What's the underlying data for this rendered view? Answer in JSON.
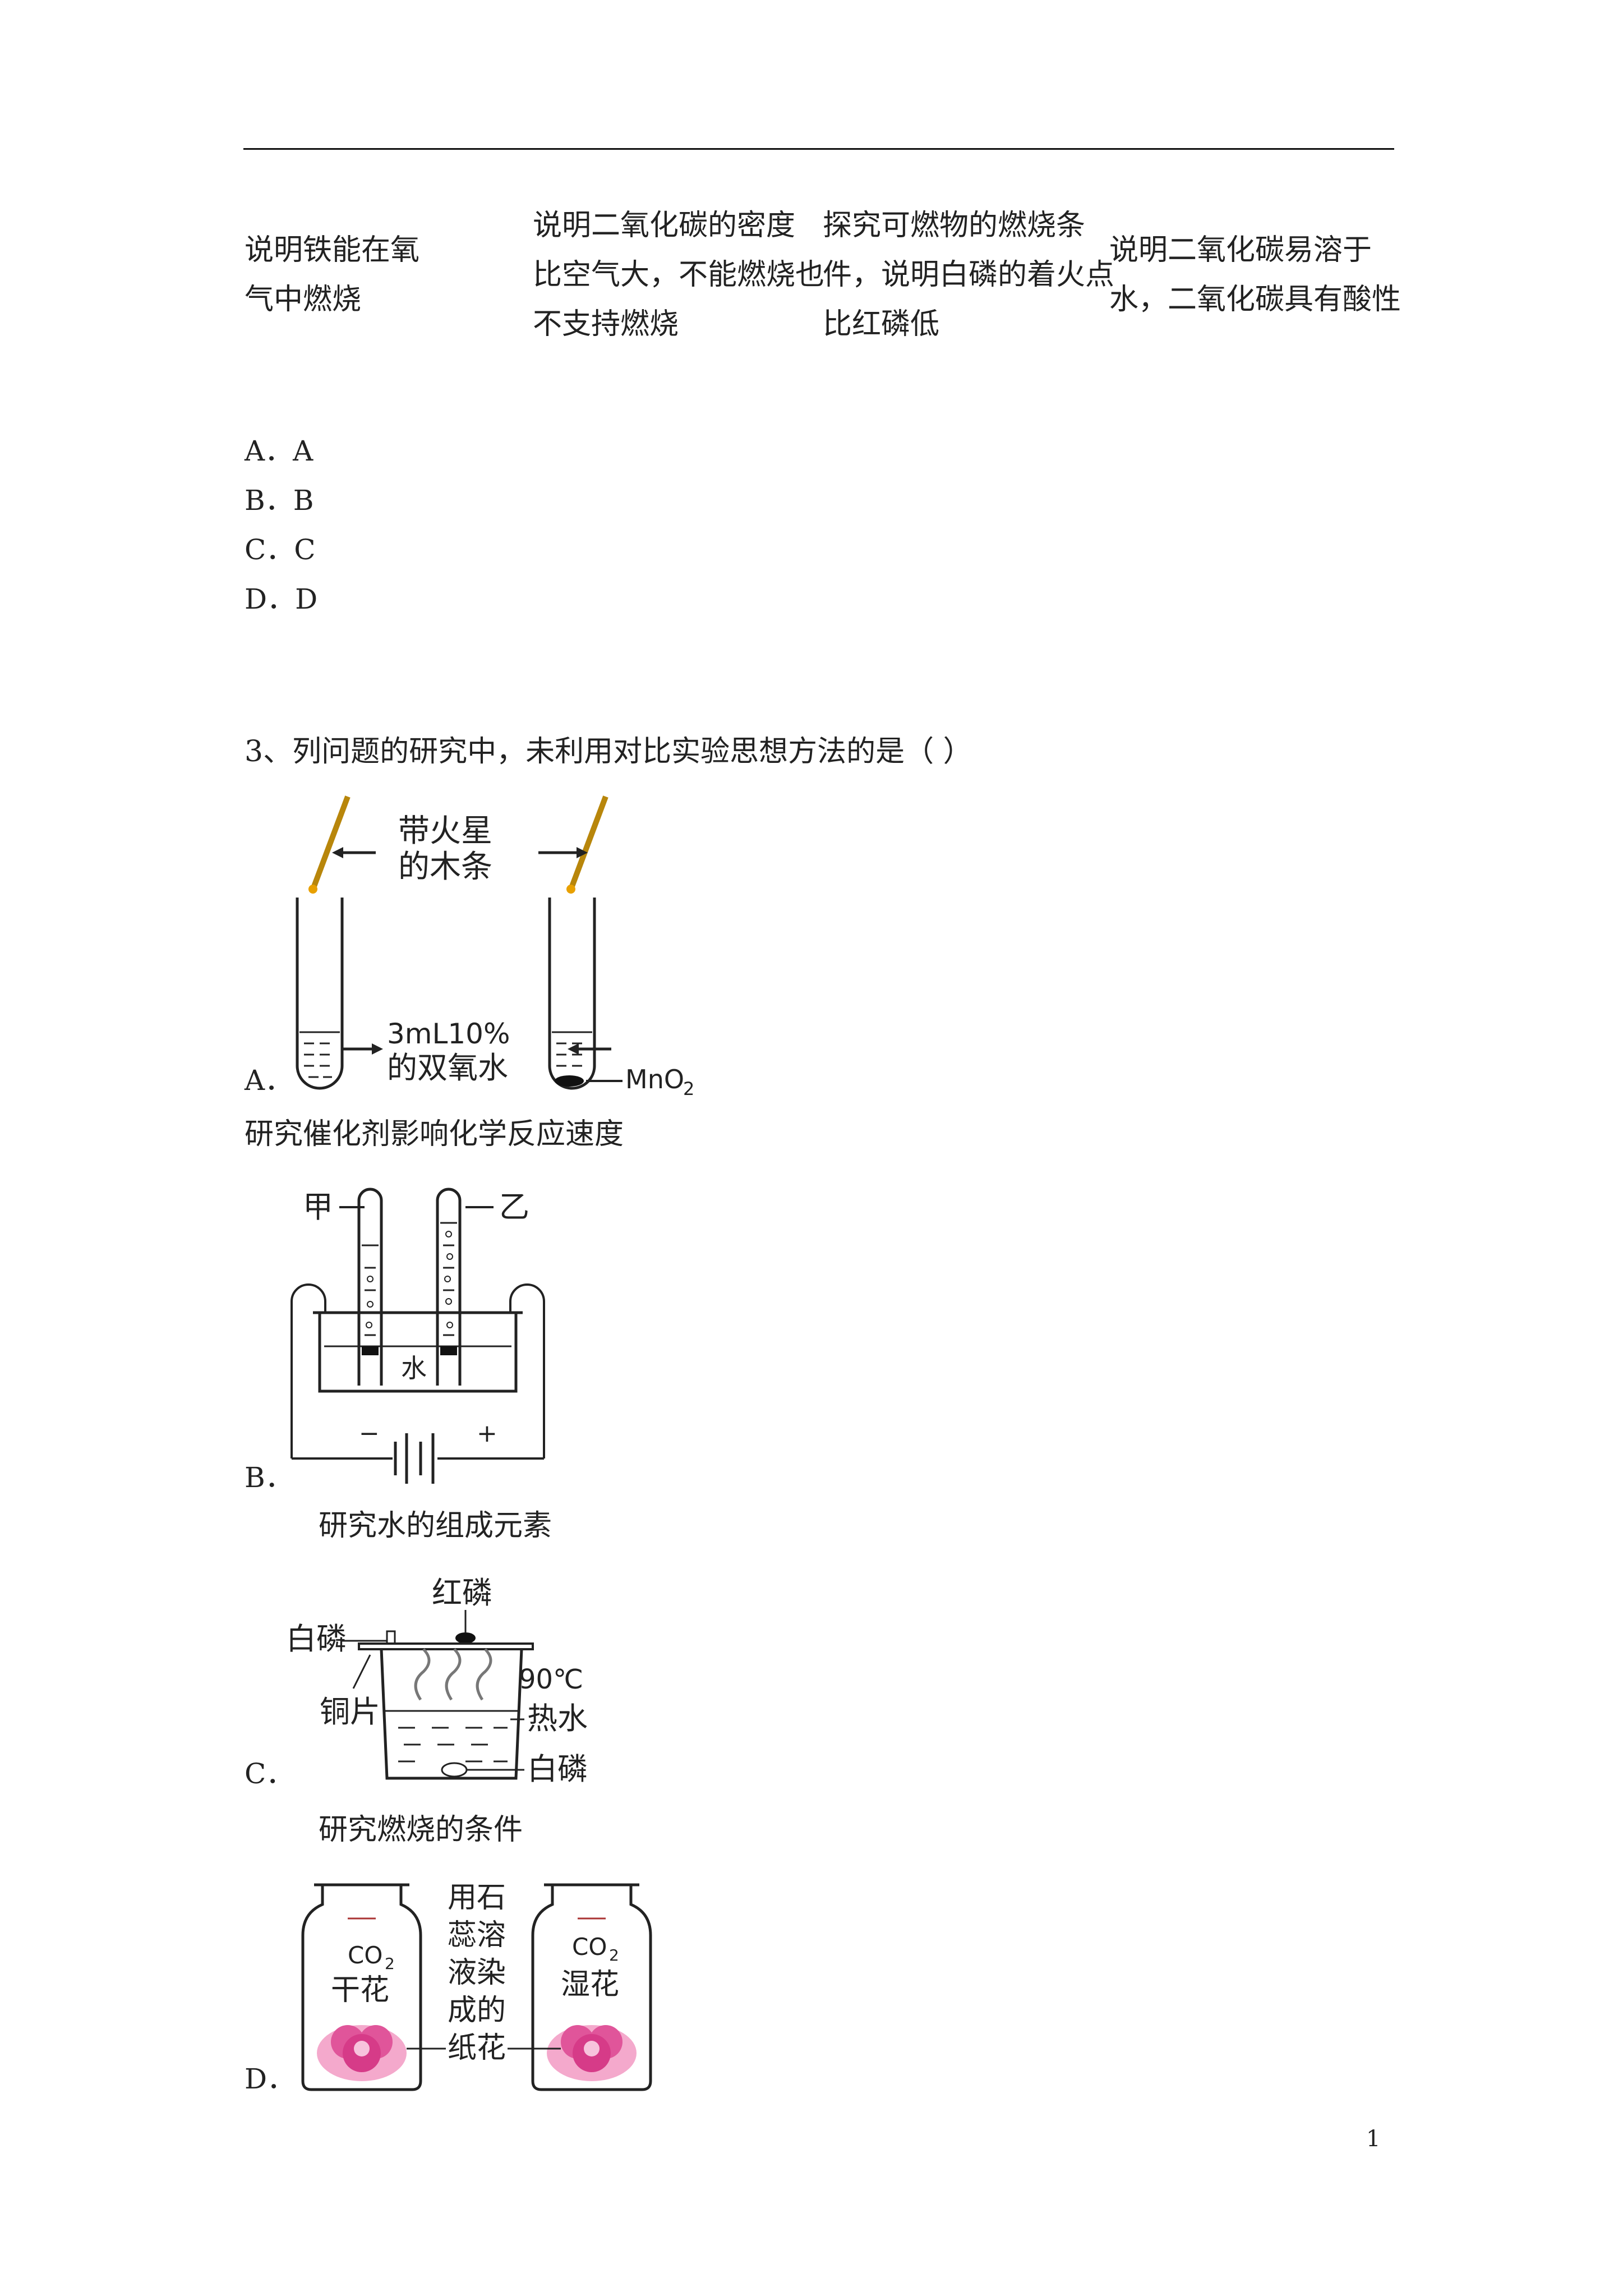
{
  "table_row": {
    "col1": "说明铁能在氧\n气中燃烧",
    "col2": "说明二氧化碳的密度\n比空气大，不能燃烧也\n不支持燃烧",
    "col3": "探究可燃物的燃烧条\n件，说明白磷的着火点\n比红磷低",
    "col4": "说明二氧化碳易溶于\n水，二氧化碳具有酸性"
  },
  "q2_options": [
    "A．A",
    "B．B",
    "C．C",
    "D．D"
  ],
  "question3": {
    "stem": "3、列问题的研究中，未利用对比实验思想方法的是（ ）",
    "options": [
      {
        "letter": "A．",
        "caption": "研究催化剂影响化学反应速度",
        "figure": {
          "label_stick_line1": "带火星",
          "label_stick_line2": "的木条",
          "label_solution_line1": "3mL10%",
          "label_solution_line2": "的双氧水",
          "label_catalyst": "MnO",
          "label_catalyst_sub": "2"
        }
      },
      {
        "letter": "B．",
        "caption": "研究水的组成元素",
        "figure": {
          "label_left_tube": "甲",
          "label_right_tube": "乙",
          "label_water": "水",
          "label_minus": "−",
          "label_plus": "+"
        }
      },
      {
        "letter": "C．",
        "caption": "研究燃烧的条件",
        "figure": {
          "label_red_p": "红磷",
          "label_white_p_top": "白磷",
          "label_copper": "铜片",
          "label_temp": "90℃",
          "label_hot_water": "热水",
          "label_white_p_bottom": "白磷"
        }
      },
      {
        "letter": "D．",
        "caption": "",
        "figure": {
          "label_co2_left": "CO",
          "label_co2_left_sub": "2",
          "label_dry": "干花",
          "label_co2_right": "CO",
          "label_co2_right_sub": "2",
          "label_wet": "湿花",
          "label_middle": [
            "用石",
            "蕊溶",
            "液染",
            "成的",
            "纸花"
          ]
        }
      }
    ]
  },
  "page_number": "1",
  "colors": {
    "flower": "#e0559a",
    "flower_light": "#f4a9cc",
    "stick": "#b8860b"
  }
}
